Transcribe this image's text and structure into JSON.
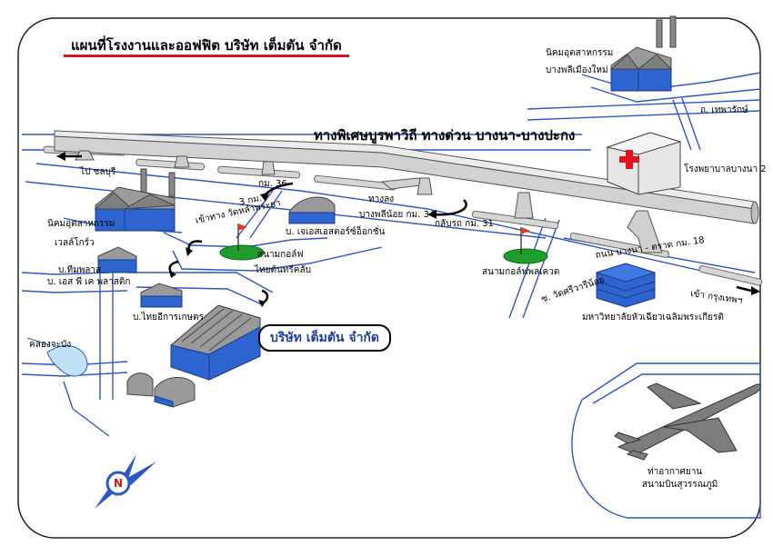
{
  "title": "แผนที่โรงงานและออฟฟิต บริษัท เต็มตัน จำกัด",
  "company_label": "บริษัท เต็มตัน จำกัด",
  "expressway_label": "ทางพิเศษบูรพาวิถี ทางด่วน บางนา-บางปะกง",
  "labels": {
    "bangplee_industrial": "นิคมอุตสาหกรรม",
    "bangplee_industrial_2": "บางพลีเมืองใหม่",
    "thepharak_road": "ถ. เทพารักษ์",
    "bangna_hospital": "โรงพยาบาลบางนา 2",
    "to_chonburi": "ไป ชลบุรี",
    "km36": "กม. 36",
    "wat_lam_phraya": "เข้าทาง วัดหลำพระยา",
    "three_km": "3 กม.",
    "exit_bangphli_noi": "ทางลง",
    "exit_bangphli_noi_2": "บางพลีน้อย กม. 34",
    "u_turn_km31": "กลับรถ กม. 31",
    "jsa_storage": "บ. เจเอสเอสตอร์ซ์อ็อกชั่น",
    "welgrow_industrial": "นิคมอุตสาหกรรม",
    "welgrow_industrial_2": "เวลล์โกร์ว",
    "golf_thaiton": "สนามกอล์ฟ",
    "golf_thaiton_2": "ไทยต้นทรีคลับ",
    "golf_pleasant": "สนามกอล์ฟพลเควด",
    "bangna_trad_km18": "ถนน บางนา - ตราด กม. 18",
    "soi_wat_sri_wari": "ซ. วัดศรีวารีน้อย",
    "to_bangkok": "เข้า กรุงเทพฯ",
    "team_plus": "บ.ทีมพลาส",
    "sp_plastic": "บ. เอส พี เค พลาสติก",
    "thai_agri": "บ.ไทยอีการเกษตร",
    "hcu": "มหาวิทยาลัยหัวเฉียวเฉลิมพระเกียรติ",
    "khlong_chabang": "คลองจะบัง",
    "airport": "ท่าอากาศยาน",
    "airport_2": "สนามบินสุวรรณภูมิ",
    "compass_n": "N"
  },
  "colors": {
    "road": "#2c57c6",
    "building_blue": "#2d64cf",
    "roof_gray": "#9a9a9a",
    "golf_green": "#1f9c2a",
    "flag_red": "#e23b1e",
    "cross_red": "#e0141b",
    "title_underline": "#d3131e",
    "company_text": "#1f3f9a"
  }
}
